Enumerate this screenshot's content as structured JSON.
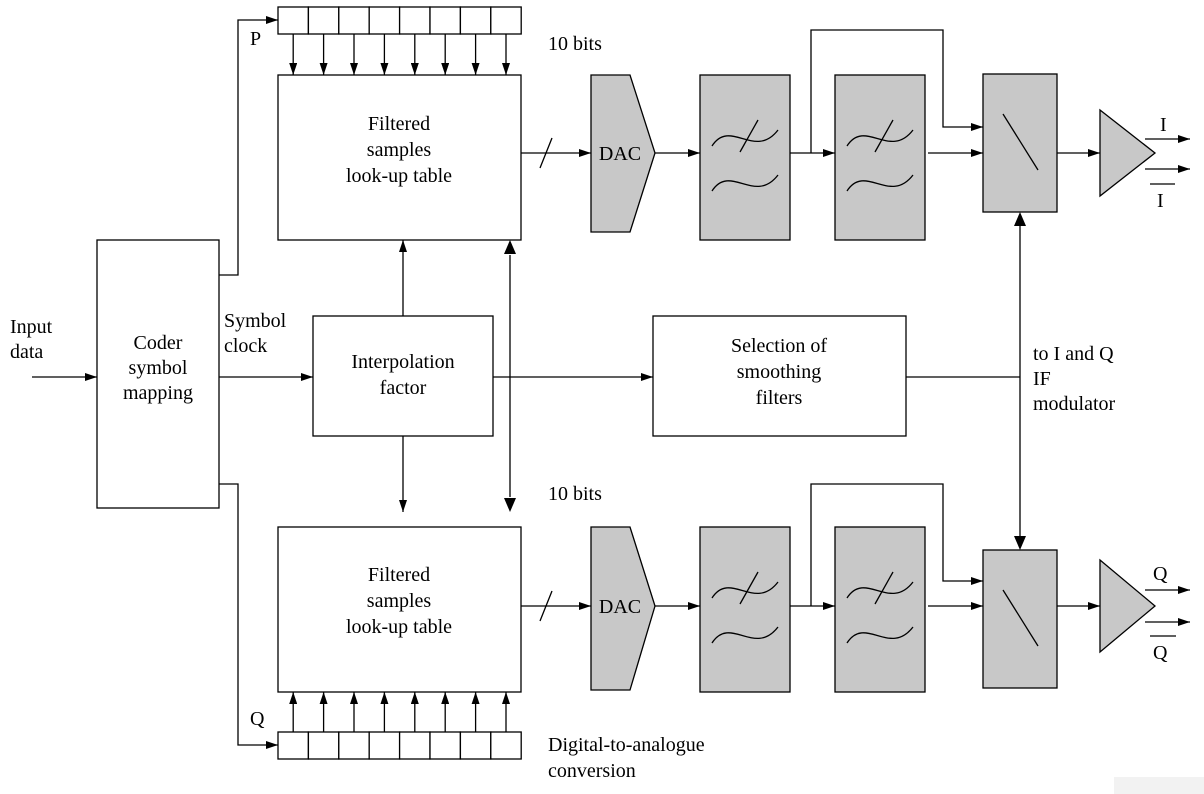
{
  "input_label": [
    "Input",
    "data"
  ],
  "coder_label": [
    "Coder",
    "symbol",
    "mapping"
  ],
  "symbol_clock_label": [
    "Symbol",
    "clock"
  ],
  "interp_label": [
    "Interpolation",
    "factor"
  ],
  "lut_label": [
    "Filtered",
    "samples",
    "look-up table"
  ],
  "selection_label": [
    "Selection of",
    "smoothing",
    "filters"
  ],
  "bits_label": "10 bits",
  "dac_label": "DAC",
  "p_label": "P",
  "q_label": "Q",
  "out_i": "I",
  "out_i_bar": "I",
  "out_q": "Q",
  "out_q_bar": "Q",
  "to_mod_label": [
    "to I and Q",
    "IF",
    "modulator"
  ],
  "dac_conv_label": [
    "Digital-to-analogue",
    "conversion"
  ],
  "colors": {
    "grey_block": "#c8c8c8",
    "line": "#000000"
  },
  "icons": {
    "filter": "filter-curves-icon",
    "switch": "switch-diagonal-icon",
    "amplifier": "amplifier-triangle-icon"
  }
}
